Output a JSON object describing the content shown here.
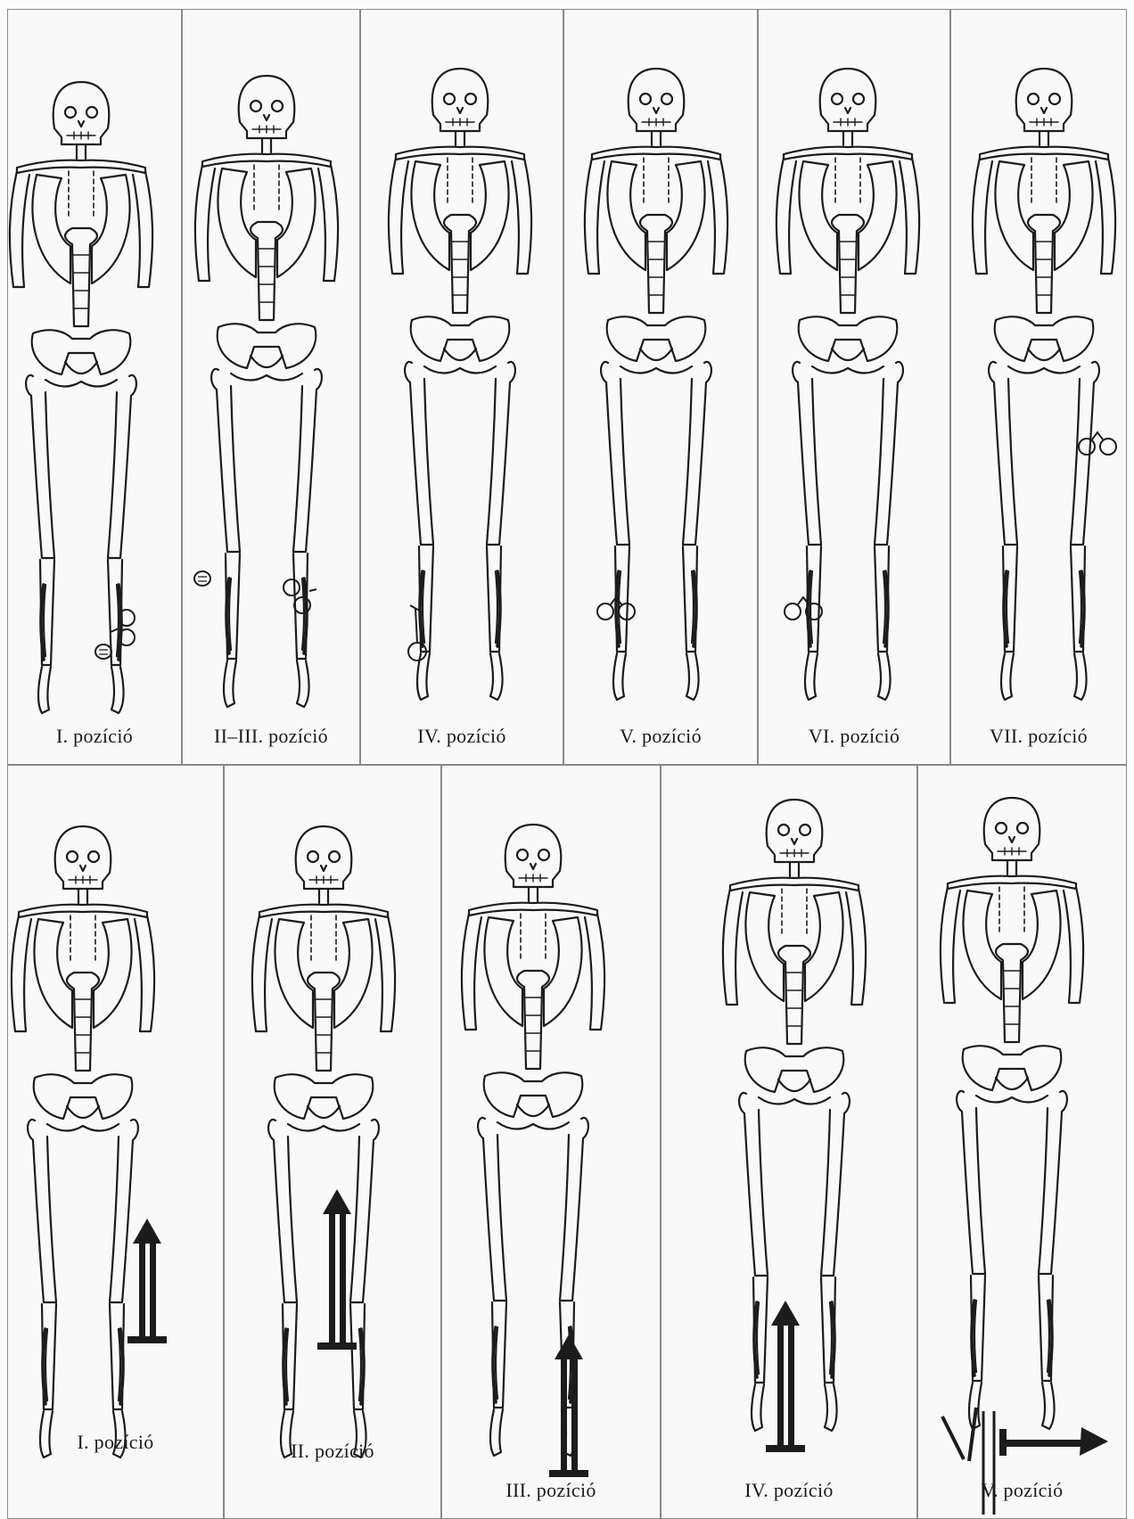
{
  "figure": {
    "top_row": {
      "captions": [
        "I. pozíció",
        "II–III. pozíció",
        "IV. pozíció",
        "V. pozíció",
        "VI. pozíció",
        "VII. pozíció"
      ],
      "marks": [
        "pot-bowl-icon",
        "pot-bowl-icon",
        "open-ring-icon",
        "spectacle-ring-icon",
        "spectacle-ring-icon",
        "spectacle-ring-icon"
      ]
    },
    "bottom_row": {
      "captions": [
        "I. pozíció",
        "II. pozíció",
        "III. pozíció",
        "IV. pozíció",
        "V. pozíció"
      ],
      "marks": [
        "upward-arrow-icon",
        "upward-arrow-icon",
        "upward-arrow-icon",
        "upward-arrow-icon",
        "sideways-arrow-icon"
      ]
    },
    "colors": {
      "line": "#1c1c1c",
      "panel_border": "#8a8a8a",
      "background": "#f9f9f9"
    }
  }
}
